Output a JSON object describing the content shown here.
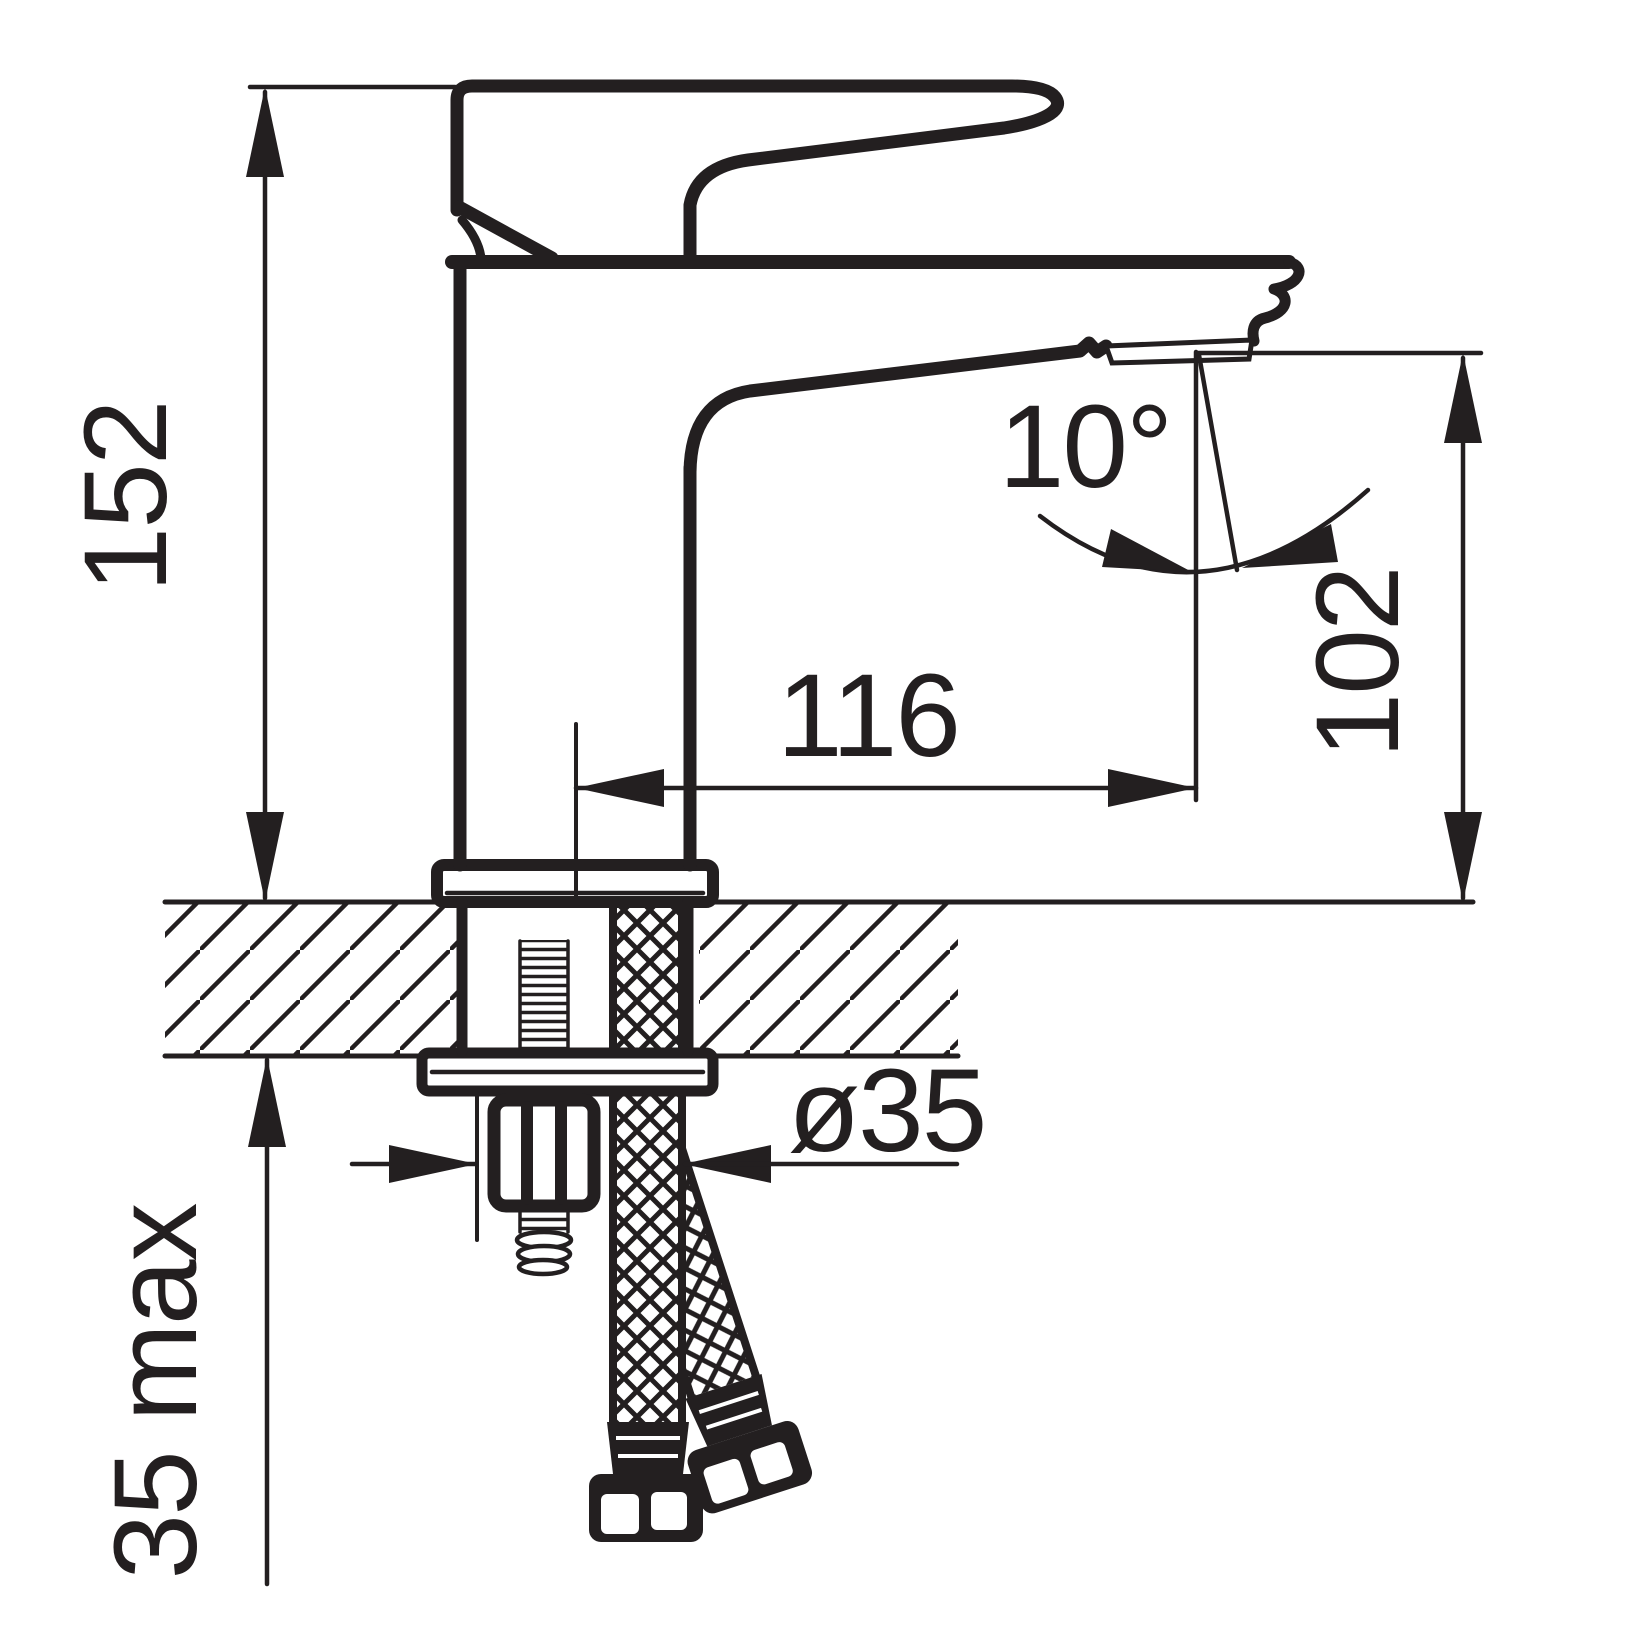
{
  "drawing": {
    "type": "faucet-installation-dimension-drawing",
    "colors": {
      "line": "#231f20",
      "background": "#ffffff"
    }
  },
  "labels": {
    "overall_height": "152",
    "spout_reach": "116",
    "spout_outlet_height": "102",
    "spout_angle": "10°",
    "mounting_hole_diameter": "ø35",
    "max_deck_thickness": "35 max"
  }
}
